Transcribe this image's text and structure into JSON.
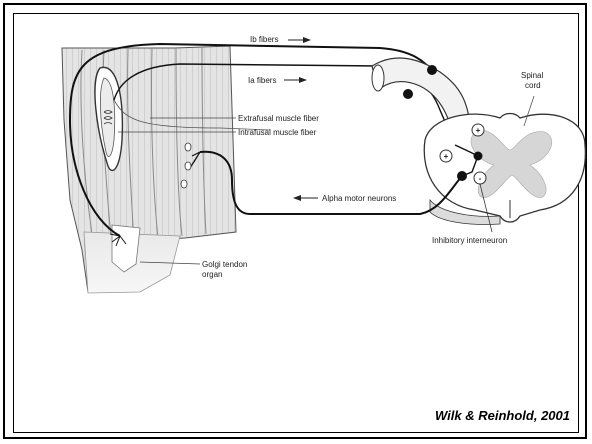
{
  "labels": {
    "ib_fibers": "Ib fibers",
    "ia_fibers": "Ia fibers",
    "spinal_cord": "Spinal",
    "spinal_cord_2": "cord",
    "extrafusal": "Extrafusal muscle fiber",
    "intrafusal": "Intrafusal muscle fiber",
    "alpha_motor": "Alpha motor neurons",
    "inhibitory": "Inhibitory interneuron",
    "golgi_1": "Golgi tendon",
    "golgi_2": "organ",
    "plus_top": "+",
    "plus_left": "+",
    "minus": "-"
  },
  "credit": "Wilk & Reinhold, 2001"
}
